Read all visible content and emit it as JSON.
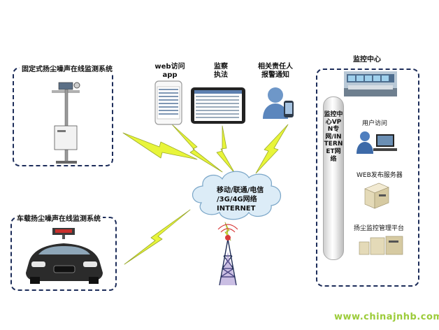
{
  "fixed_system": {
    "title": "固定式扬尘噪声在线监测系统"
  },
  "vehicle_system": {
    "title": "车载扬尘噪声在线监测系统"
  },
  "clients": {
    "web_app": {
      "line1": "web访问",
      "line2": "app"
    },
    "supervision": {
      "line1": "监察",
      "line2": "执法"
    },
    "alert": {
      "line1": "相关责任人",
      "line2": "报警通知"
    }
  },
  "network": {
    "line1": "移动/联通/电信",
    "line2": "/3G/4G网络",
    "line3": "INTERNET"
  },
  "monitor_center": {
    "title": "监控中心",
    "vpn_label": "监控中心VPN专网/INTERNET网络",
    "user_access": "用户访问",
    "web_server": "WEB发布服务器",
    "platform": "扬尘监控管理平台"
  },
  "watermark": "www.chinajnhb.com",
  "colors": {
    "border": "#1d2d5a",
    "bolt": "#e8f53a",
    "bolt_outline": "#9aa92a",
    "watermark": "#9ccc3a"
  }
}
